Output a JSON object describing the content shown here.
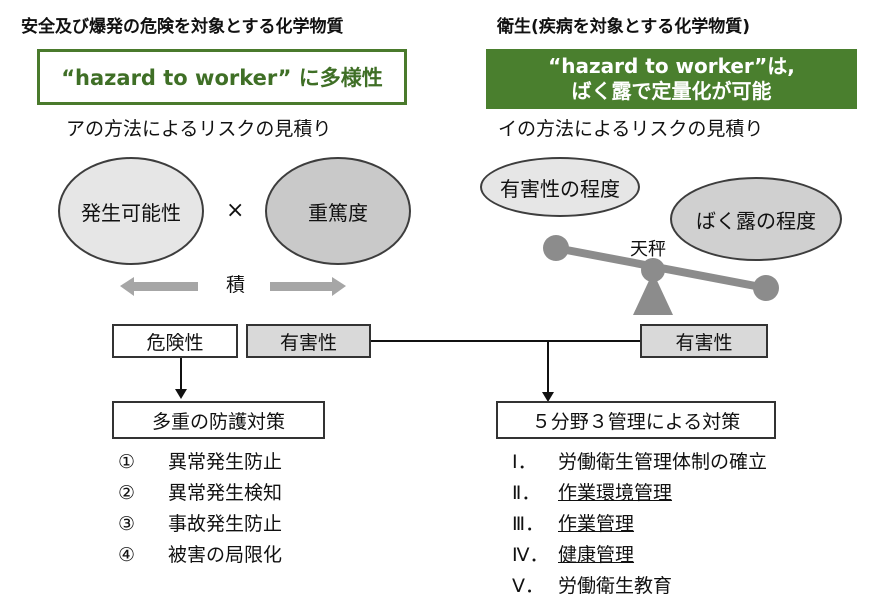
{
  "left": {
    "heading": "安全及び爆発の危険を対象とする化学物質",
    "highlight": "“hazard to worker” に多様性",
    "method": "アの方法によるリスクの見積り",
    "ellipse_a": "発生可能性",
    "times": "×",
    "ellipse_b": "重篤度",
    "product": "積",
    "box_danger": "危険性",
    "box_harm": "有害性",
    "measures_title": "多重の防護対策",
    "measures": [
      {
        "num": "①",
        "text": "異常発生防止"
      },
      {
        "num": "②",
        "text": "異常発生検知"
      },
      {
        "num": "③",
        "text": "事故発生防止"
      },
      {
        "num": "④",
        "text": "被害の局限化"
      }
    ]
  },
  "right": {
    "heading": "衛生(疾病を対象とする化学物質)",
    "highlight_line1": "“hazard to worker”は,",
    "highlight_line2": "ばく露で定量化が可能",
    "method": "イの方法によるリスクの見積り",
    "ellipse_a": "有害性の程度",
    "ellipse_b": "ばく露の程度",
    "scale": "天秤",
    "box_harm": "有害性",
    "measures_title": "５分野３管理による対策",
    "measures": [
      {
        "num": "Ⅰ．",
        "text": "労働衛生管理体制の確立"
      },
      {
        "num": "Ⅱ．",
        "text": "作業環境管理"
      },
      {
        "num": "Ⅲ．",
        "text": "作業管理"
      },
      {
        "num": "Ⅳ．",
        "text": "健康管理"
      },
      {
        "num": "Ⅴ．",
        "text": "労働衛生教育"
      }
    ]
  },
  "colors": {
    "green_border": "#4a7a2c",
    "green_fill": "#4a7f2e",
    "ellipse_left": "#e6e6e6",
    "ellipse_right": "#c9c9c9",
    "box_grey": "#d9d9d9"
  }
}
